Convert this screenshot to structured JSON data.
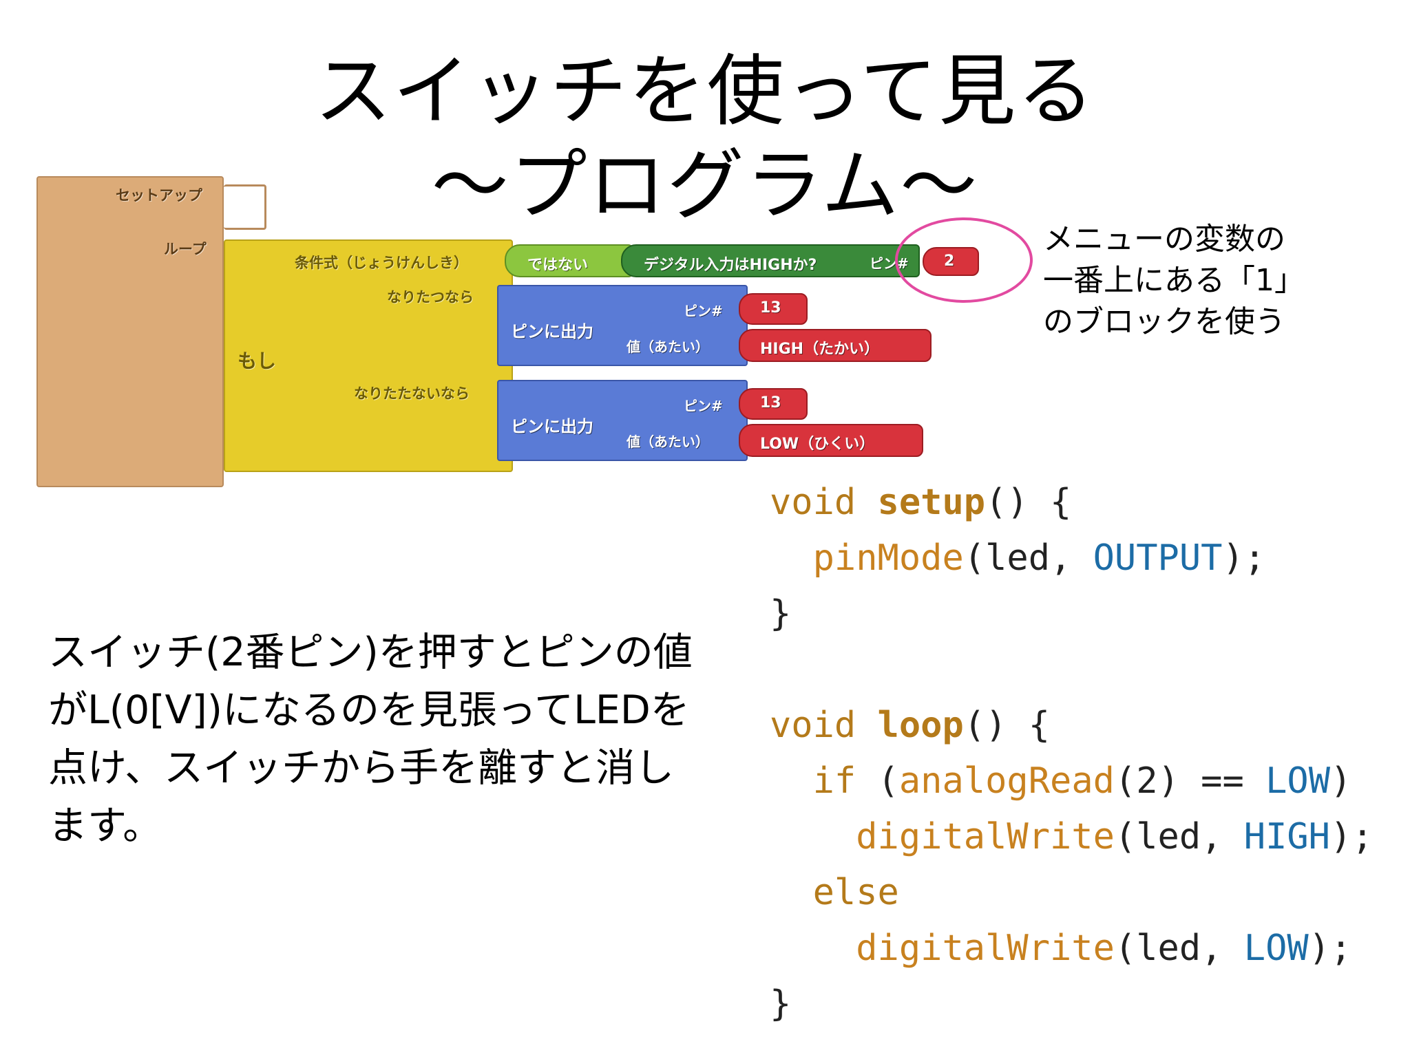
{
  "title": {
    "line1": "スイッチを使って見る",
    "line2": "～プログラム～"
  },
  "blocks": {
    "setup_label": "セットアップ",
    "loop_label": "ループ",
    "if_label": "もし",
    "condition_label": "条件式（じょうけんしき）",
    "then_label": "なりたつなら",
    "else_label": "なりたたないなら",
    "not_block": "ではない",
    "digital_read_block": "デジタル入力はHIGHか?",
    "pin_label": "ピン#",
    "read_pin_value": "2",
    "then_action": {
      "block": "ピンに出力",
      "pin_label": "ピン#",
      "pin_value": "13",
      "value_label": "値（あたい）",
      "value": "HIGH（たかい）"
    },
    "else_action": {
      "block": "ピンに出力",
      "pin_label": "ピン#",
      "pin_value": "13",
      "value_label": "値（あたい）",
      "value": "LOW（ひくい）"
    }
  },
  "callout": {
    "line1": "メニューの変数の",
    "line2": "一番上にある「1」",
    "line3": "のブロックを使う"
  },
  "description": {
    "line1": "スイッチ(2番ピン)を押すとピンの値",
    "line2": "がL(0[V])になるのを見張ってLEDを",
    "line3": "点け、スイッチから手を離すと消し",
    "line4": "ます。"
  },
  "code": {
    "setup_void": "void",
    "setup_name": "setup",
    "setup_rest": "() {",
    "pinmode_fn": "pinMode",
    "pinmode_args": "(led, ",
    "pinmode_const": "OUTPUT",
    "pinmode_end": ");",
    "setup_close": "}",
    "loop_void": "void",
    "loop_name": "loop",
    "loop_rest": "() {",
    "if_kw": "if",
    "if_open": " (",
    "analog_fn": "analogRead",
    "analog_args": "(2) == ",
    "low_const": "LOW",
    "if_close": ")",
    "dw_fn_1": "digitalWrite",
    "dw_args_1": "(led, ",
    "high_const": "HIGH",
    "dw_end_1": ");",
    "else_kw": "else",
    "dw_fn_2": "digitalWrite",
    "dw_args_2": "(led, ",
    "low_const_2": "LOW",
    "dw_end_2": ");",
    "loop_close": "}"
  },
  "colors": {
    "arduino_block": "#dcab78",
    "if_block": "#e6cc2a",
    "output_block": "#5a7bd6",
    "input_block": "#3a8a3a",
    "not_block": "#8cc63f",
    "number_block": "#d8333c",
    "callout_circle": "#e24aa0",
    "code_keyword": "#b47a1a",
    "code_constant": "#1c6ca6"
  }
}
